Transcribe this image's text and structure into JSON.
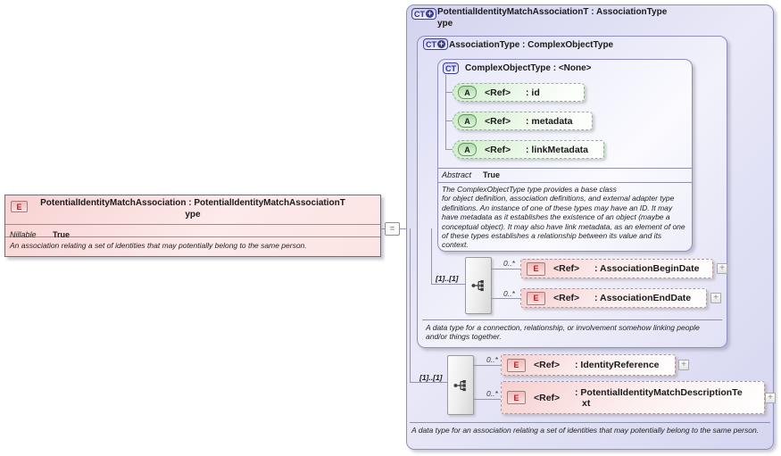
{
  "left_element": {
    "badge": "E",
    "title_line1": "PotentialIdentityMatchAssociation : PotentialIdentityMatchAssociationT",
    "title_line2": "ype",
    "nillable_label": "Nillable",
    "nillable_value": "True",
    "description": "An association relating a set of identities that may potentially belong to the same person."
  },
  "connector_symbol": "=",
  "outer_type": {
    "badge": "CT",
    "plus": "+",
    "title_line1": "PotentialIdentityMatchAssociationT : AssociationType",
    "title_line2": "ype",
    "description": "A data type for an association relating a set of identities that may potentially belong to the same person."
  },
  "association_type": {
    "badge": "CT",
    "plus": "+",
    "title": "AssociationType : ComplexObjectType",
    "description": "A data type for a connection, relationship, or involvement somehow linking people and/or things together."
  },
  "complex_object_type": {
    "badge": "CT",
    "title": "ComplexObjectType : <None>",
    "attributes": [
      {
        "badge": "A",
        "ref_label": "<Ref>",
        "name": ": id"
      },
      {
        "badge": "A",
        "ref_label": "<Ref>",
        "name": ": metadata"
      },
      {
        "badge": "A",
        "ref_label": "<Ref>",
        "name": ": linkMetadata"
      }
    ],
    "abstract_label": "Abstract",
    "abstract_value": "True",
    "description": "The ComplexObjectType type provides a base class\nfor object definition, association definitions, and external adapter type definitions. An instance of one of these types may have an ID. It may have metadata as it establishes the existence of an object (maybe a conceptual object). It may also have link metadata, as an element of one of these types establishes a relationship between its value and its context."
  },
  "sequence1": {
    "cardinality": "[1]..[1]",
    "items": [
      {
        "occurs": "0..*",
        "badge": "E",
        "ref_label": "<Ref>",
        "name": ": AssociationBeginDate",
        "expand": "+"
      },
      {
        "occurs": "0..*",
        "badge": "E",
        "ref_label": "<Ref>",
        "name": ": AssociationEndDate",
        "expand": "+"
      }
    ]
  },
  "sequence2": {
    "cardinality": "[1]..[1]",
    "items": [
      {
        "occurs": "0..*",
        "badge": "E",
        "ref_label": "<Ref>",
        "name": ": IdentityReference",
        "expand": "+"
      },
      {
        "occurs": "0..*",
        "badge": "E",
        "ref_label": "<Ref>",
        "name_line1": ": PotentialIdentityMatchDescriptionTe",
        "name_line2": "xt",
        "expand": "+"
      }
    ]
  },
  "colors": {
    "element_fill": "#f6cfcf",
    "attribute_fill": "#cdeec8",
    "complex_type_fill": "#d3d3ef",
    "box_border": "#8f8fbf"
  }
}
